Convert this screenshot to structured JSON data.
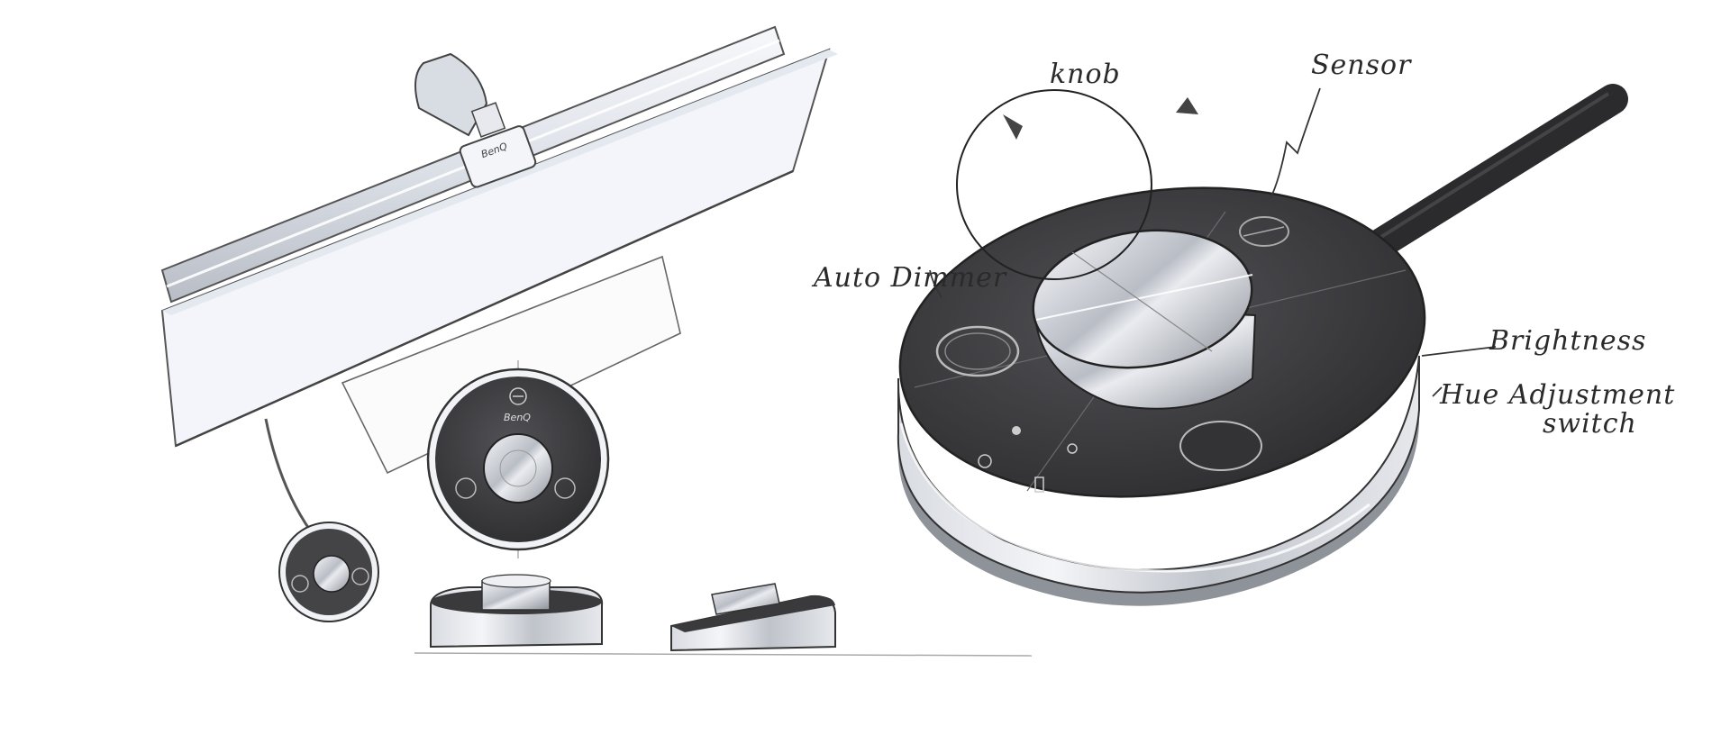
{
  "annotations": {
    "knob": "knob",
    "sensor": "Sensor",
    "auto_dimmer": "Auto Dimmer",
    "brightness": "Brightness",
    "hue_line1": "Hue Adjustment",
    "hue_line2": "switch"
  },
  "brand": {
    "logo": "BenQ"
  },
  "colors": {
    "ink": "#2a2a2a",
    "dark_surface": "#3a3a3c",
    "metal": "#c9ccd2",
    "light_fill": "#eef1f6"
  }
}
